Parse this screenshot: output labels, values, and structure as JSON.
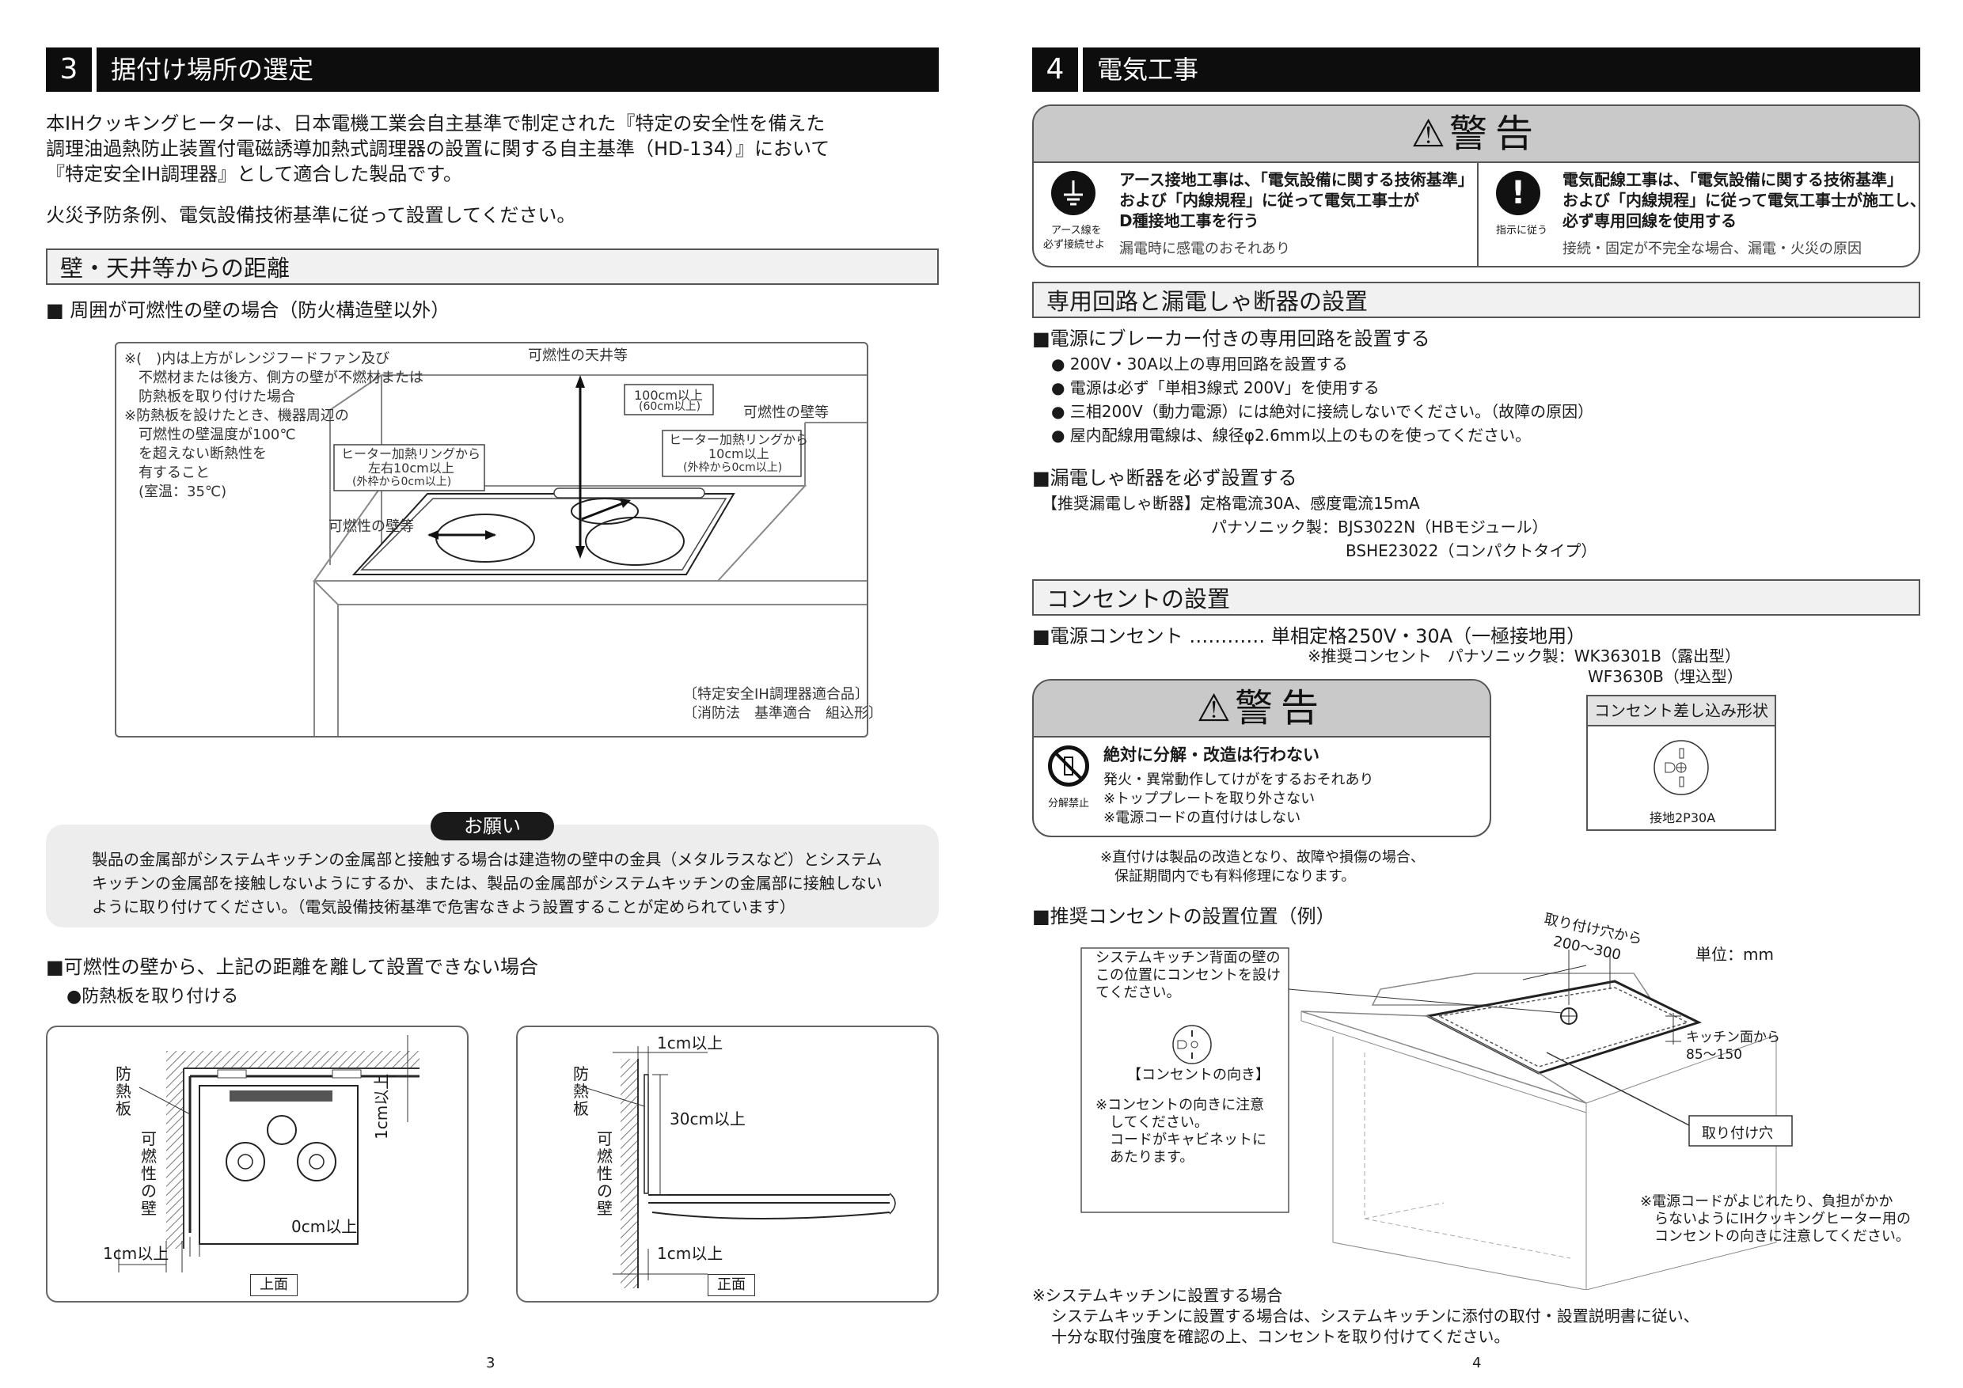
{
  "left": {
    "section_number": "3",
    "section_title": "据付け場所の選定",
    "intro_lines": [
      "本IHクッキングヒーターは、日本電機工業会自主基準で制定された『特定の安全性を備えた",
      "調理油過熱防止装置付電磁誘導加熱式調理器の設置に関する自主基準（HD-134）』において",
      "『特定安全IH調理器』として適合した製品です。"
    ],
    "fire_note": "火災予防条例、電気設備技術基準に従って設置してください。",
    "sub1_title": "壁・天井等からの距離",
    "sub1_heading": "■ 周囲が可燃性の壁の場合（防火構造壁以外）",
    "diagram1": {
      "note_lines": [
        "※(　)内は上方がレンジフードファン及び",
        "　不燃材または後方、側方の壁が不燃材または",
        "　防熱板を取り付けた場合",
        "※防熱板を設けたとき、機器周辺の",
        "　可燃性の壁温度が100℃",
        "　を超えない断熱性を",
        "　有すること",
        "　(室温：35℃)"
      ],
      "ceiling": "可燃性の天井等",
      "dist_top": [
        "100cm以上",
        "(60cm以上)"
      ],
      "wall_right": "可燃性の壁等",
      "ring_back": [
        "ヒーター加熱リングから",
        "10cm以上",
        "(外枠から0cm以上)"
      ],
      "ring_side": [
        "ヒーター加熱リングから",
        "左右10cm以上",
        "(外枠から0cm以上)"
      ],
      "wall_left": "可燃性の壁等",
      "cert": [
        "〔特定安全IH調理器適合品〕",
        "〔消防法　基準適合　組込形〕"
      ]
    },
    "request_label": "お願い",
    "request_lines": [
      "製品の金属部がシステムキッチンの金属部と接触する場合は建造物の壁中の金具（メタルラスなど）とシステム",
      "キッチンの金属部を接触しないようにするか、または、製品の金属部がシステムキッチンの金属部に接触しない",
      "ように取り付けてください。（電気設備技術基準で危害なきよう設置することが定められています）"
    ],
    "sub2_heading": "■可燃性の壁から、上記の距離を離して設置できない場合",
    "sub2_bullet": "●防熱板を取り付ける",
    "diag_top": {
      "heat_board": "防熱板",
      "wall": "可燃性の壁",
      "dim_1cm_v": "1cm以上",
      "dim_0cm": "0cm以上",
      "dim_1cm_h": "1cm以上",
      "caption": "上面"
    },
    "diag_front": {
      "heat_board": "防熱板",
      "wall": "可燃性の壁",
      "dim_top": "1cm以上",
      "dim_30": "30cm以上",
      "dim_bottom": "1cm以上",
      "caption": "正面"
    },
    "page_number": "3"
  },
  "right": {
    "section_number": "4",
    "section_title": "電気工事",
    "warning_title": "警告",
    "warning1": {
      "icon_caption": [
        "アース線を",
        "必ず接続せよ"
      ],
      "lines": [
        "アース接地工事は、「電気設備に関する技術基準」",
        "および「内線規程」に従って電気工事士が",
        "D種接地工事を行う"
      ],
      "sub": "漏電時に感電のおそれあり"
    },
    "warning2": {
      "icon_caption": "指示に従う",
      "lines": [
        "電気配線工事は、「電気設備に関する技術基準」",
        "および「内線規程」に従って電気工事士が施工し、",
        "必ず専用回線を使用する"
      ],
      "sub": "接続・固定が不完全な場合、漏電・火災の原因"
    },
    "sub1_title": "専用回路と漏電しゃ断器の設置",
    "circuit_heading": "■電源にブレーカー付きの専用回路を設置する",
    "circuit_items": [
      "● 200V・30A以上の専用回路を設置する",
      "● 電源は必ず「単相3線式 200V」を使用する",
      "● 三相200V（動力電源）には絶対に接続しないでください。（故障の原因）",
      "● 屋内配線用電線は、線径φ2.6mm以上のものを使ってください。"
    ],
    "breaker_heading": "■漏電しゃ断器を必ず設置する",
    "breaker_lines": [
      "【推奨漏電しゃ断器】定格電流30A、感度電流15mA",
      "パナソニック製：BJS3022N（HBモジュール）",
      "BSHE23022（コンパクトタイプ）"
    ],
    "sub2_title": "コンセントの設置",
    "outlet_heading": "■電源コンセント ………… 単相定格250V・30A（一極接地用）",
    "outlet_rec": [
      "※推奨コンセント　パナソニック製：WK36301B（露出型）",
      "WF3630B（埋込型）"
    ],
    "warning3": {
      "icon_caption": "分解禁止",
      "title": "絶対に分解・改造は行わない",
      "lines": [
        "発火・異常動作してけがをするおそれあり",
        "※トッププレートを取り外さない",
        "※電源コードの直付けはしない"
      ]
    },
    "plug_shape_title": "コンセント差し込み形状",
    "plug_shape_caption": "接地2P30A",
    "direct_note": [
      "※直付けは製品の改造となり、故障や損傷の場合、",
      "　保証期間内でも有料修理になります。"
    ],
    "position_heading": "■推奨コンセントの設置位置（例）",
    "position_diagram": {
      "box_lines": [
        "システムキッチン背面の壁の",
        "この位置にコンセントを設け",
        "てください。"
      ],
      "orientation_label": "【コンセントの向き】",
      "orientation_notes": [
        "※コンセントの向きに注意",
        "　してください。",
        "　コードがキャビネットに",
        "　あたります。"
      ],
      "from_hole": [
        "取り付け穴から",
        "200〜300"
      ],
      "unit": "単位：mm",
      "from_counter": [
        "キッチン面から",
        "85〜150"
      ],
      "hole_label": "取り付け穴",
      "cord_note": [
        "※電源コードがよじれたり、負担がかか",
        "　らないようにIHクッキングヒーター用の",
        "　コンセントの向きに注意してください。"
      ]
    },
    "system_note": [
      "※システムキッチンに設置する場合",
      "システムキッチンに設置する場合は、システムキッチンに添付の取付・設置説明書に従い、",
      "十分な取付強度を確認の上、コンセントを取り付けてください。"
    ],
    "page_number": "4"
  }
}
